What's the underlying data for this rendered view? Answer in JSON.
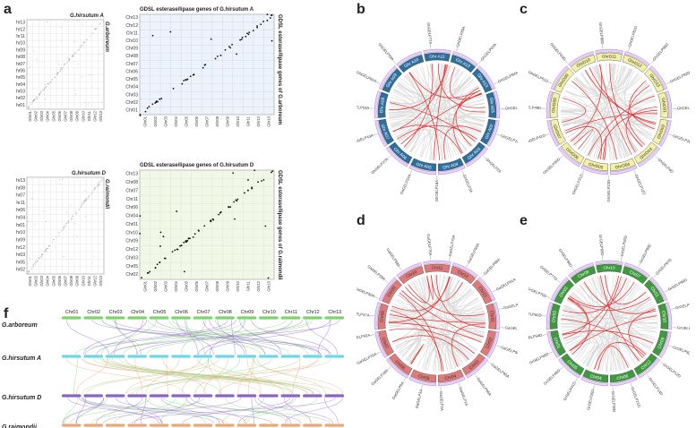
{
  "panel_labels": {
    "a": "a",
    "b": "b",
    "c": "c",
    "d": "d",
    "e": "e",
    "f": "f"
  },
  "panel_a": {
    "top": {
      "left_y_chr": [
        "Chr13",
        "Chr12",
        "Chr11",
        "Chr10",
        "Chr09",
        "Chr08",
        "Chr07",
        "Chr06",
        "Chr05",
        "Chr04",
        "Chr03",
        "Chr02",
        "Chr01"
      ],
      "left_x_chr": [
        "Ghr01",
        "Ghr02",
        "Ghr03",
        "Ghr04",
        "Ghr05",
        "Ghr06",
        "Ghr07",
        "Ghr08",
        "Ghr09",
        "Ghr10",
        "Ghr11",
        "Ghr12",
        "Ghr13"
      ],
      "left_top_label": "G.hirsutum A",
      "left_side_label": "G.arboreum",
      "right_title": "GDSL esterase/lipase genes of G.hirsutum A",
      "right_side": "GDSL esterase/lipase genes of G.arboreum",
      "right_y_chr": [
        "Chr13",
        "Chr12",
        "Chr11",
        "Chr10",
        "Chr09",
        "Chr08",
        "Chr07",
        "Chr06",
        "Chr05",
        "Chr04",
        "Chr03",
        "Chr02",
        "Chr01"
      ],
      "right_x_chr": [
        "Ghr01",
        "Ghr02",
        "Ghr03",
        "Ghr04",
        "Ghr05",
        "Ghr06",
        "Ghr07",
        "Ghr08",
        "Ghr09",
        "Ghr10",
        "Ghr11",
        "Ghr12",
        "Ghr13"
      ]
    },
    "bottom": {
      "left_y_chr": [
        "Chr13",
        "Chr08",
        "Chr07",
        "Chr11",
        "Chr06",
        "Chr04",
        "Chr01",
        "Chr10",
        "Chr09",
        "Chr12",
        "Chr03",
        "Chr05",
        "Chr02"
      ],
      "left_x_chr": [
        "Ghr01",
        "Ghr02",
        "Ghr03",
        "Ghr04",
        "Ghr05",
        "Ghr06",
        "Ghr07",
        "Ghr08",
        "Ghr09",
        "Ghr10",
        "Ghr11",
        "Ghr12",
        "Ghr13"
      ],
      "left_top_label": "G.hirsutum D",
      "left_side_label": "G.raimondii",
      "right_title": "GDSL esterase/lipase genes of G.hirsutum D",
      "right_side": "GDSL esterase/lipase genes of G.raimondii",
      "right_y_chr": [
        "Chr13",
        "Chr08",
        "Chr07",
        "Chr11",
        "Chr06",
        "Chr04",
        "Chr01",
        "Chr10",
        "Chr09",
        "Chr12",
        "Chr03",
        "Chr05",
        "Chr02"
      ],
      "right_x_chr": [
        "Ghr01",
        "Ghr02",
        "Ghr03",
        "Ghr04",
        "Ghr05",
        "Ghr06",
        "Ghr07",
        "Ghr08",
        "Ghr09",
        "Ghr10",
        "Ghr11",
        "Ghr12",
        "Ghr13"
      ]
    }
  },
  "circos": {
    "b": {
      "color": "#2e6e9e",
      "chrs": [
        "Ghr A10",
        "Ghr A11",
        "Ghr A12",
        "Ghr A13",
        "Ghr A01",
        "Ghr A02",
        "Ghr A03",
        "Ghr A04",
        "Ghr A05",
        "Ghr A06",
        "Ghr A07",
        "Ghr A08",
        "Ghr A09"
      ],
      "genes": [
        "GhGELP77A",
        "GhGELP80A",
        "GhGELP83A",
        "GhGELP94A",
        "GhGELP95A",
        "GhGELP1A",
        "GhGELP2A",
        "GhGELP3A",
        "GhGELP18A",
        "GhGELP24A",
        "GhGELP27A",
        "GhGELP43A",
        "GhGELP53A",
        "GhGELP60A",
        "GhGELP69A"
      ]
    },
    "c": {
      "color": "#f3f0a8",
      "chrs": [
        "GhrD10",
        "GhrD11",
        "GhrD12",
        "GhrD13",
        "GhrD01",
        "GhrD02",
        "GhrD03",
        "GhrD04",
        "GhrD05",
        "GhrD06",
        "GhrD07",
        "GhrD08",
        "GhrD09"
      ],
      "genes": [
        "GhGELP80D",
        "GhGELP81D",
        "GhGELP86D",
        "GhGELP92D",
        "GhGELP97D",
        "GhGELP2D",
        "GhGELP4D",
        "GhGELP12D",
        "GhGELP23D",
        "GhGELP31D",
        "GhGELP39D",
        "GhGELP41D",
        "GhGELP48D",
        "GhGELP51D",
        "GhGELP60D"
      ]
    },
    "d": {
      "color": "#e07a7a",
      "chrs": [
        "Chr10",
        "Chr11",
        "Chr12",
        "Chr13",
        "Chr01",
        "Chr02",
        "Chr03",
        "Chr04",
        "Chr05",
        "Chr06",
        "Chr07",
        "Chr08",
        "Chr09"
      ],
      "genes": [
        "GaGELP75A",
        "GaGELP79A",
        "GaGELP84A",
        "GaGELP86A",
        "GaGELP91A",
        "GaGELP92A",
        "GaGELP93A",
        "GaGELP94A",
        "GaGELP95A",
        "GaGELP96A",
        "GaGELP1A",
        "GaGELP2A",
        "GaGELP3A",
        "GaGELP6A",
        "GaGELP18A",
        "GaGELP29A",
        "GaGELP42A",
        "GaGELP47A",
        "GaGELP50A",
        "GaGELP59A",
        "GaGELP68A"
      ]
    },
    "e": {
      "color": "#3f9a3f",
      "chrs": [
        "Chr08",
        "Chr13",
        "Chr07",
        "Chr11",
        "Chr10",
        "Chr09",
        "Chr12",
        "Chr06",
        "Chr04",
        "Chr05",
        "Chr01",
        "Chr03",
        "Chr02"
      ],
      "genes": [
        "GrGELP93D",
        "GrGELP95D",
        "GrGELP96D",
        "GrGELP97D",
        "GrGELP99D",
        "GrGELP2D",
        "GrGELP3D",
        "GrGELP5D",
        "GrGELP12D",
        "GrGELP14D",
        "GrGELP21D",
        "GrGELP30D",
        "GrGELP35D",
        "GrGELP41D",
        "GrGELP46D",
        "GrGELP48D",
        "GrGELP54D",
        "GrGELP60D",
        "GrGELP70D",
        "GrGELP77D",
        "GrGELP84D"
      ]
    }
  },
  "panel_f": {
    "chr_labels": [
      "Chr01",
      "Chr02",
      "Chr03",
      "Chr04",
      "Chr05",
      "Chr06",
      "Chr07",
      "Chr08",
      "Chr09",
      "Chr10",
      "Chr11",
      "Chr12",
      "Chr13"
    ],
    "species": [
      "G.arboreum",
      "G.hirsutum A",
      "G.hirsutum D",
      "G.raimondii"
    ],
    "colors": [
      "#7fd36b",
      "#6fd6e6",
      "#8a63c4",
      "#e6a97a"
    ]
  }
}
